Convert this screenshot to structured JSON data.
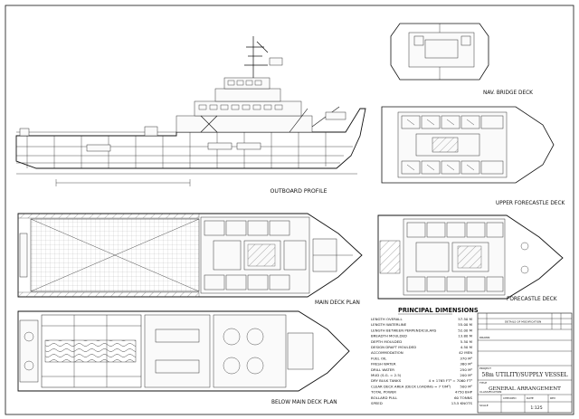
{
  "views": {
    "outboard_profile": "OUTBOARD PROFILE",
    "nav_bridge_deck": "NAV. BRIDGE DECK",
    "upper_forecastle_deck": "UPPER FORECASTLE DECK",
    "main_deck_plan": "MAIN DECK PLAN",
    "forecastle_deck": "FORECASTLE DECK",
    "below_main_deck_plan": "BELOW MAIN DECK PLAN"
  },
  "principal_dimensions": {
    "title": "PRINCIPAL DIMENSIONS",
    "rows": [
      {
        "label": "LENGTH OVERALL",
        "value": "57.50 M"
      },
      {
        "label": "LENGTH WATERLINE",
        "value": "55.00 M"
      },
      {
        "label": "LENGTH BETWEEN PERPENDICULARS",
        "value": "52.00 M"
      },
      {
        "label": "BREADTH MOULDED",
        "value": "13.80 M"
      },
      {
        "label": "DEPTH MOULDED",
        "value": "5.50 M"
      },
      {
        "label": "DESIGN DRAFT MOULDED",
        "value": "4.50 M"
      },
      {
        "label": "ACCOMMODATION",
        "value": "42 MEN"
      },
      {
        "label": "FUEL OIL",
        "value": "370 M³"
      },
      {
        "label": "FRESH WATER",
        "value": "380 M³"
      },
      {
        "label": "DRILL WATER",
        "value": "250 M³"
      },
      {
        "label": "MUD (S.G. = 2.5)",
        "value": "200 M³"
      },
      {
        "label": "DRY BULK TANKS",
        "value": "4 × 1765 FT³ = 7060 FT³"
      },
      {
        "label": "CLEAR DECK AREA (DECK LOADING = 7 T/M²)",
        "value": "500 M²"
      },
      {
        "label": "TOTAL POWER",
        "value": "4750 BHP"
      },
      {
        "label": "BOLLARD PULL",
        "value": "60 TONNS"
      },
      {
        "label": "SPEED",
        "value": "13.5 KNOTS"
      }
    ]
  },
  "title_block": {
    "vessel": "58m UTILITY/SUPPLY VESSEL",
    "drawing": "GENERAL ARRANGEMENT",
    "scale": "1:125",
    "row_label_project": "PROJECT",
    "row_label_title": "TITLE",
    "row_label_classification": "CLASSIFICATION",
    "row_label_drawn": "DRAWN",
    "row_label_checked": "CHECKED",
    "row_label_date": "DATE",
    "row_label_scale": "SCALE",
    "row_label_rev": "REV",
    "rev_header": "DETAILS OF MODIFICATION"
  },
  "colors": {
    "line": "#111111",
    "paper": "#ffffff",
    "deck_fill": "#f2f2f2"
  }
}
